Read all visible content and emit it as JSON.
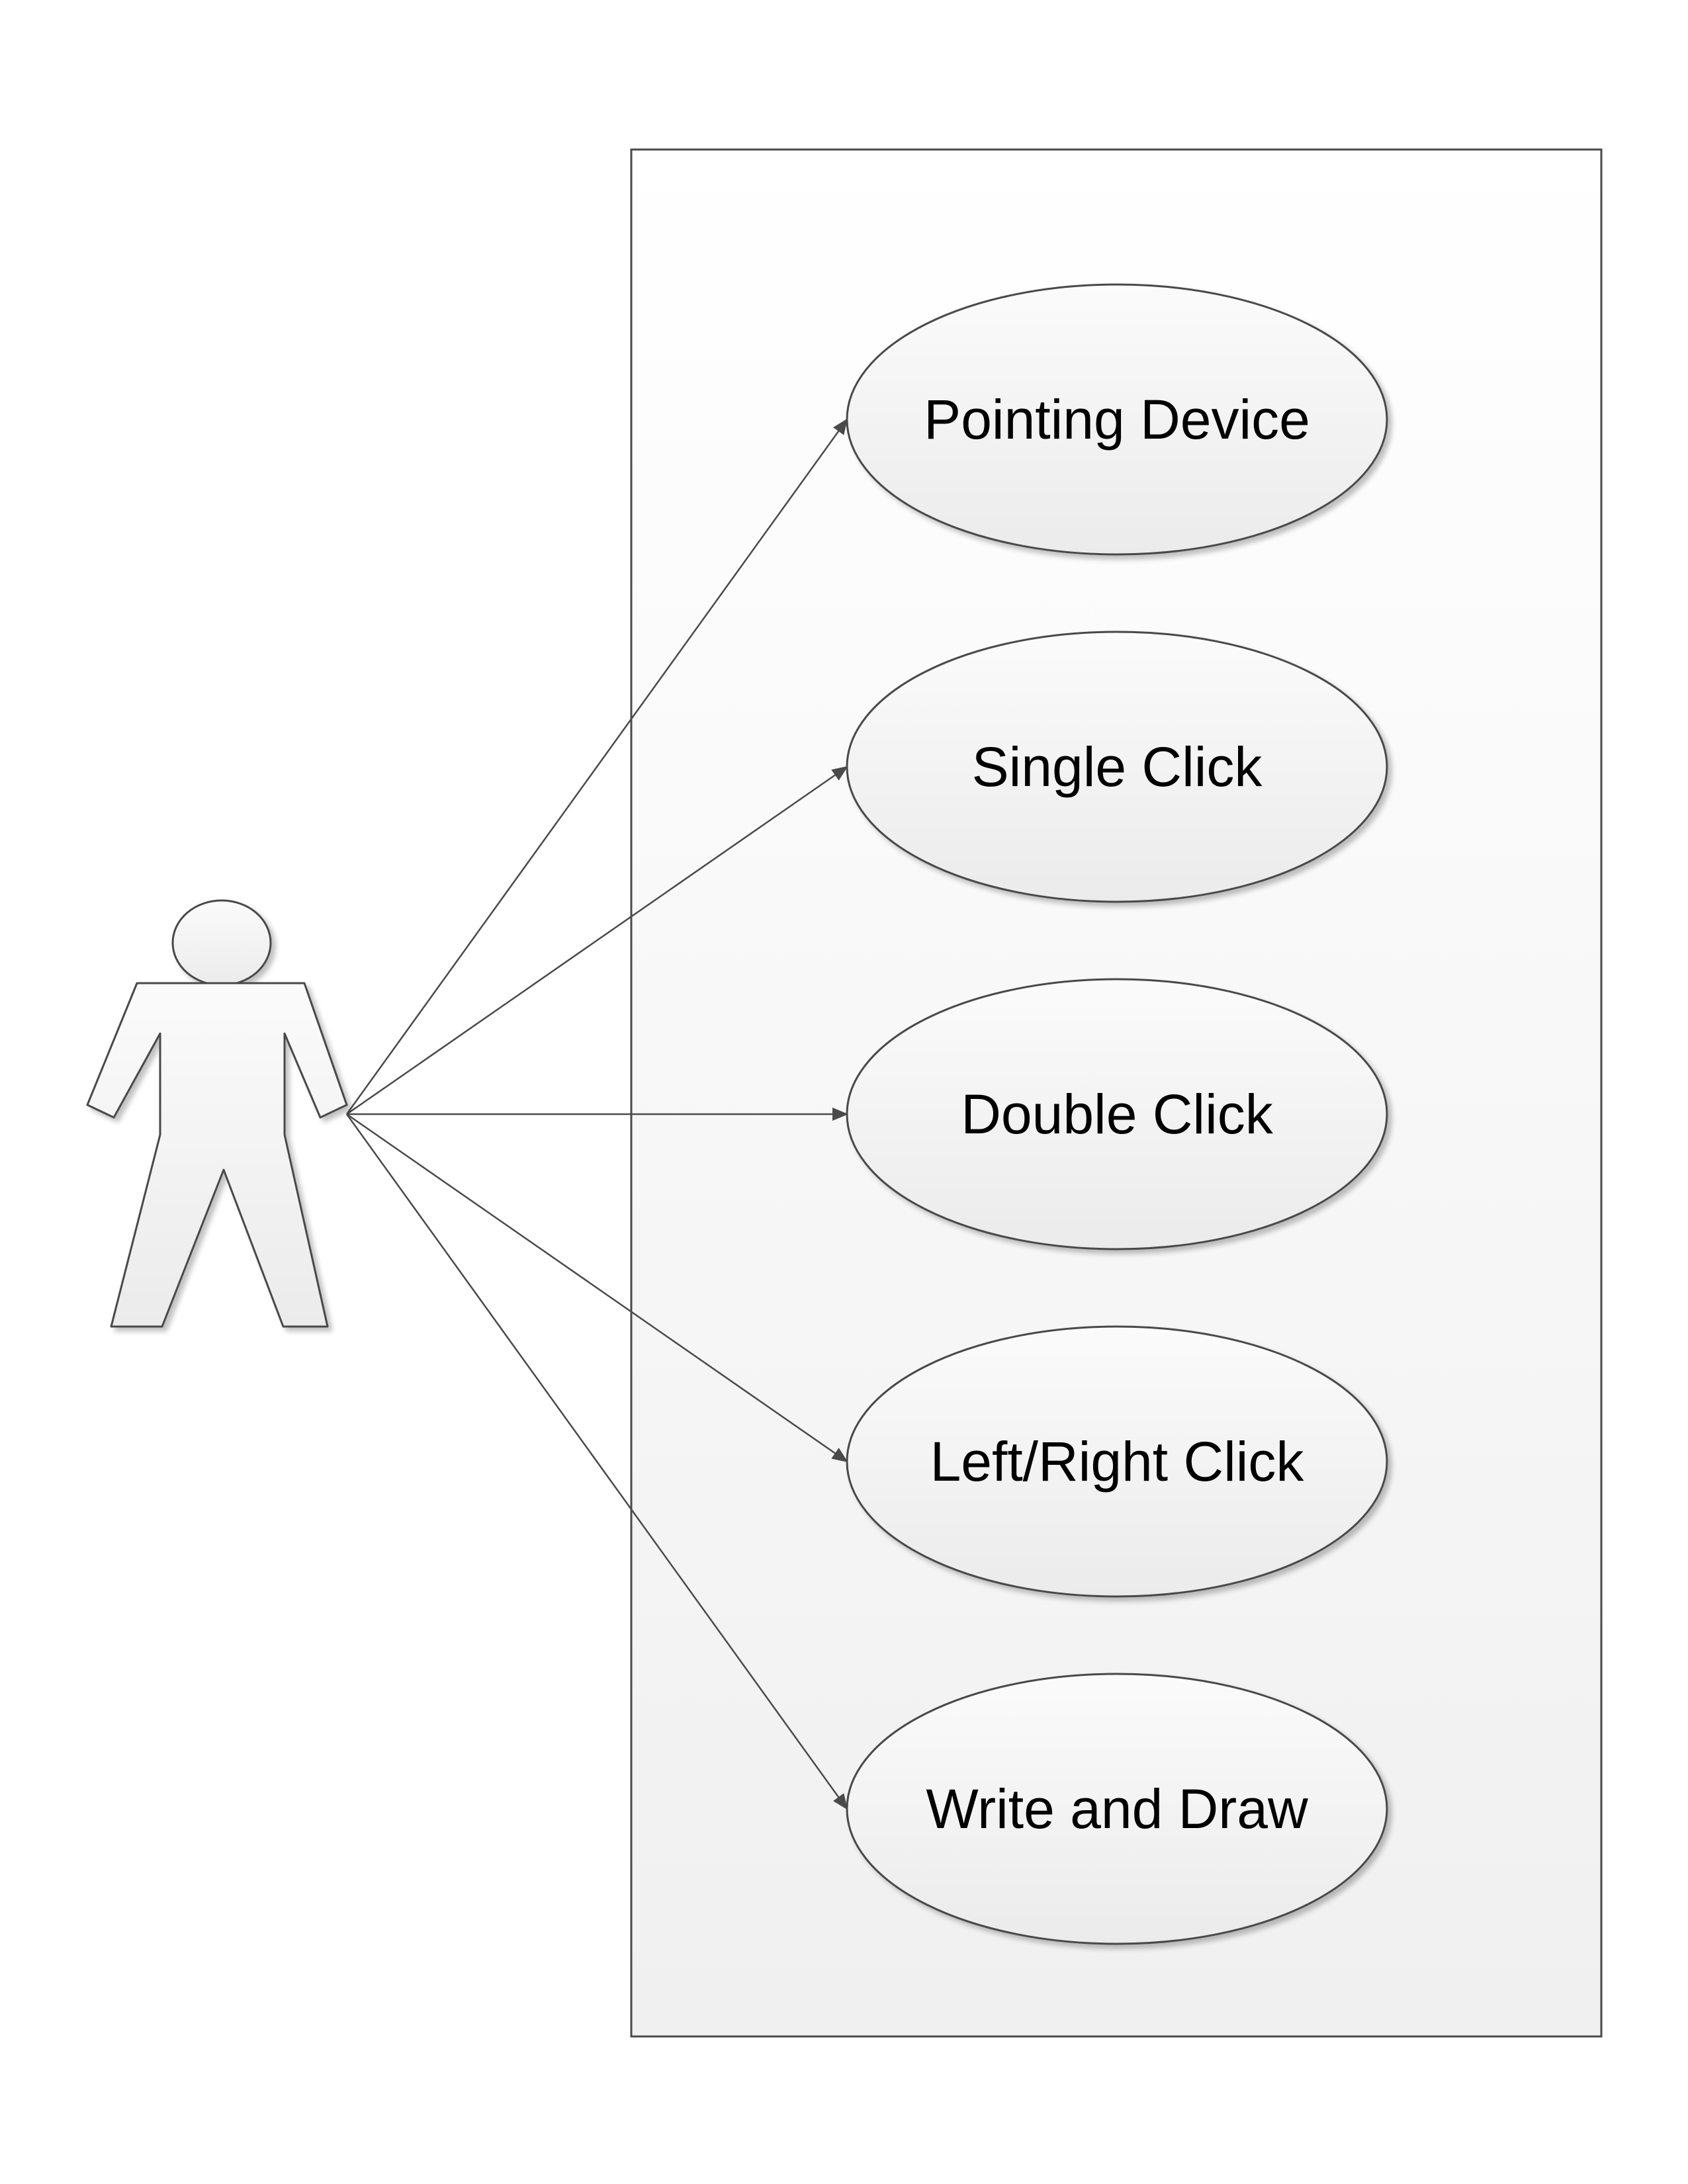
{
  "colors": {
    "background": "#ffffff",
    "stroke": "#4a4a4a",
    "fill_top": "#fbfbfb",
    "fill_bottom": "#ececec",
    "text": "#000000"
  },
  "actor": {
    "icon": "stick-figure-actor-icon"
  },
  "system_boundary": {
    "label": ""
  },
  "use_cases": [
    {
      "id": "pointing-device",
      "label": "Pointing Device"
    },
    {
      "id": "single-click",
      "label": "Single Click"
    },
    {
      "id": "double-click",
      "label": "Double Click"
    },
    {
      "id": "left-right-click",
      "label": "Left/Right Click"
    },
    {
      "id": "write-and-draw",
      "label": "Write and Draw"
    }
  ]
}
